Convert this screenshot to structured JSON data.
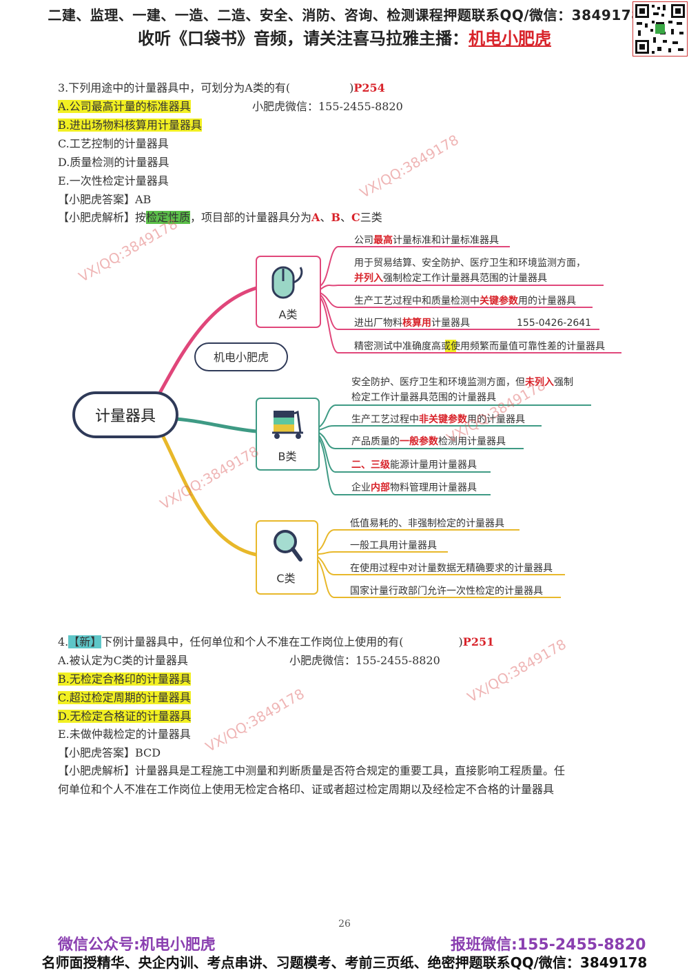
{
  "header": {
    "line1": "二建、监理、一建、一造、二造、安全、消防、咨询、检测课程押题联系QQ/微信：3849178",
    "line2_prefix": "收听《口袋书》音频，请关注喜马拉雅主播：",
    "line2_anchor": "机电小肥虎"
  },
  "watermark": "VX/QQ:3849178",
  "q3": {
    "stem": "3.下列用途中的计量器具中，可划分为A类的有(",
    "stem_close": ")",
    "page_ref": "P254",
    "wechat": "小肥虎微信：155-2455-8820",
    "options": [
      "A.公司最高计量的标准器具",
      "B.进出场物料核算用计量器具",
      "C.工艺控制的计量器具",
      "D.质量检测的计量器具",
      "E.一次性检定计量器具"
    ],
    "answer": "【小肥虎答案】AB",
    "analysis_prefix": "【小肥虎解析】按",
    "analysis_hl": "检定性质",
    "analysis_mid": "，项目部的计量器具分为",
    "analysis_a": "A",
    "analysis_sep1": "、",
    "analysis_b": "B",
    "analysis_sep2": "、",
    "analysis_c": "C",
    "analysis_end": "三类"
  },
  "mindmap": {
    "root": "计量器具",
    "tag": "机电小肥虎",
    "a_label": "A类",
    "b_label": "B类",
    "c_label": "C类",
    "a1_pre": "公司",
    "a1_red": "最高",
    "a1_post": "计量标准和计量标准器具",
    "a2_l1": "用于贸易结算、安全防护、医疗卫生和环境监测方面，",
    "a2_red": "并列入",
    "a2_post": "强制检定工作计量器具范围的计量器具",
    "a3_pre": "生产工艺过程中和质量检测中",
    "a3_red": "关键参数",
    "a3_post": "用的计量器具",
    "a4_pre": "进出厂物料",
    "a4_red": "核算用",
    "a4_post": "计量器具",
    "a4_phone": "155-0426-2641",
    "a5_pre": "精密测试中准确度高",
    "a5_hl": "或",
    "a5_post": "使用频繁而量值可靠性差的计量器具",
    "b1_pre": "安全防护、医疗卫生和环境监测方面，但",
    "b1_red": "未列入",
    "b1_post": "强制",
    "b1_l2": "检定工作计量器具范围的计量器具",
    "b2_pre": "生产工艺过程中",
    "b2_red": "非关键参数",
    "b2_post": "用的计量器具",
    "b3_pre": "产品质量的",
    "b3_red": "一般参数",
    "b3_post": "检测用计量器具",
    "b4_red": "二、三级",
    "b4_post": "能源计量用计量器具",
    "b5_pre": "企业",
    "b5_red": "内部",
    "b5_post": "物料管理用计量器具",
    "c1": "低值易耗的、非强制检定的计量器具",
    "c2": "一般工具用计量器具",
    "c3": "在使用过程中对计量数据无精确要求的计量器具",
    "c4": "国家计量行政部门允许一次性检定的计量器具"
  },
  "q4": {
    "num": "4.",
    "tag": "【新】",
    "stem": "下例计量器具中，任何单位和个人不准在工作岗位上使用的有(",
    "stem_close": ")",
    "page_ref": "P251",
    "wechat": "小肥虎微信：155-2455-8820",
    "options": [
      "A.被认定为C类的计量器具",
      "B.无检定合格印的计量器具",
      "C.超过检定周期的计量器具",
      "D.无检定合格证的计量器具",
      "E.未做仲裁检定的计量器具"
    ],
    "answer": "【小肥虎答案】BCD",
    "analysis_l1": "【小肥虎解析】计量器具是工程施工中测量和判断质量是否符合规定的重要工具，直接影响工程质量。任",
    "analysis_l2": "何单位和个人不准在工作岗位上使用无检定合格印、证或者超过检定周期以及经检定不合格的计量器具"
  },
  "page_number": "26",
  "footer": {
    "left": "微信公众号:机电小肥虎",
    "right": "报班微信:155-2455-8820",
    "bottom": "名师面授精华、央企内训、考点串讲、习题模考、考前三页纸、绝密押题联系QQ/微信：3849178"
  }
}
